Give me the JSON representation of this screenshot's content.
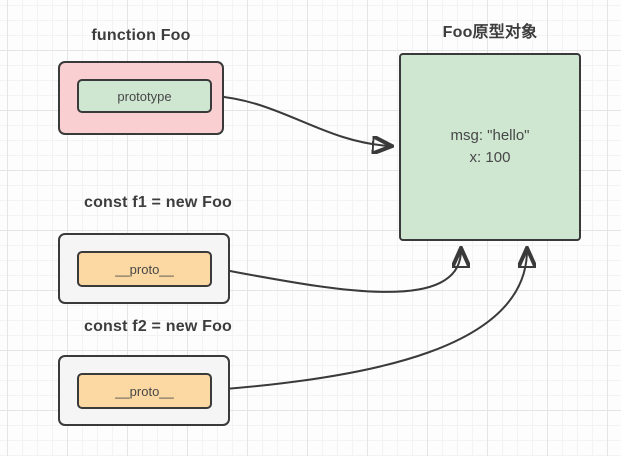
{
  "nodes": {
    "function_foo": {
      "title": "function Foo",
      "field": "prototype"
    },
    "prototype_object": {
      "title": "Foo原型对象",
      "properties": [
        "msg: \"hello\"",
        "x: 100"
      ]
    },
    "f1": {
      "title": "const f1 = new Foo",
      "field": "__proto__"
    },
    "f2": {
      "title": "const f2 = new Foo",
      "field": "__proto__"
    }
  },
  "edges": [
    {
      "from": "prototype",
      "to": "Foo原型对象"
    },
    {
      "from": "f1 __proto__",
      "to": "Foo原型对象"
    },
    {
      "from": "f2 __proto__",
      "to": "Foo原型对象"
    }
  ],
  "colors": {
    "pink-fill": "#f9cfd2",
    "green-fill": "#cfe6d1",
    "orange-fill": "#fcd9a3",
    "gray-fill": "#f5f5f5",
    "stroke": "#3a3a3a",
    "label-text": "#3d3d3d",
    "field-text": "#474747"
  }
}
